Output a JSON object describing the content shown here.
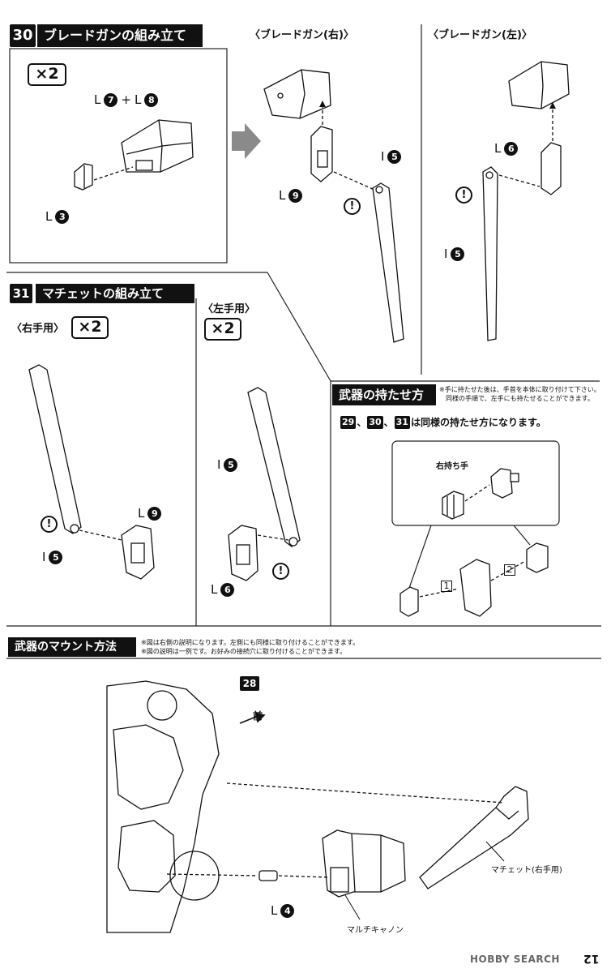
{
  "page_number": "12",
  "watermark": "HOBBY SEARCH",
  "step30": {
    "number": "30",
    "title": "ブレードガンの組み立て",
    "multiplier": "×2",
    "part_label_top_letter": "L",
    "part_label_top_a": "7",
    "part_label_top_plus": "+",
    "part_label_top_letter2": "L",
    "part_label_top_b": "8",
    "part_label_bottom_letter": "L",
    "part_label_bottom_num": "3",
    "right_title": "〈ブレードガン(右)〉",
    "right_parts": [
      {
        "letter": "L",
        "num": "9"
      },
      {
        "letter": "I",
        "num": "5"
      }
    ],
    "left_title": "〈ブレードガン(左)〉",
    "left_parts": [
      {
        "letter": "L",
        "num": "6"
      },
      {
        "letter": "I",
        "num": "5"
      }
    ],
    "caution_mark": "!"
  },
  "step31": {
    "number": "31",
    "title": "マチェットの組み立て",
    "right_hand_label": "〈右手用〉",
    "right_multiplier": "×2",
    "left_hand_label": "〈左手用〉",
    "left_multiplier": "×2",
    "right_parts": [
      {
        "letter": "L",
        "num": "9"
      },
      {
        "letter": "I",
        "num": "5"
      }
    ],
    "left_parts": [
      {
        "letter": "I",
        "num": "5"
      },
      {
        "letter": "L",
        "num": "6"
      }
    ]
  },
  "holding": {
    "title": "武器の持たせ方",
    "note_line1": "※手に持たせた後は、手首を本体に取り付けて下さい。",
    "note_line2": "同様の手順で、左手にも持たせることができます。",
    "steps_a": "29",
    "steps_b": "30",
    "steps_c": "31",
    "sep": "、",
    "description": "は同様の持たせ方になります。",
    "hand_label": "右持ち手",
    "order1": "1",
    "order2": "2"
  },
  "mount": {
    "title": "武器のマウント方法",
    "note_line1": "※図は右側の説明になります。左側にも同様に取り付けることができます。",
    "note_line2": "※図の説明は一例です。お好みの接続穴に取り付けることができます。",
    "ref_step": "28",
    "front_label": "前",
    "machete_label": "マチェット(右手用)",
    "multicannon_label": "マルチキャノン",
    "part_letter": "L",
    "part_num": "4"
  }
}
